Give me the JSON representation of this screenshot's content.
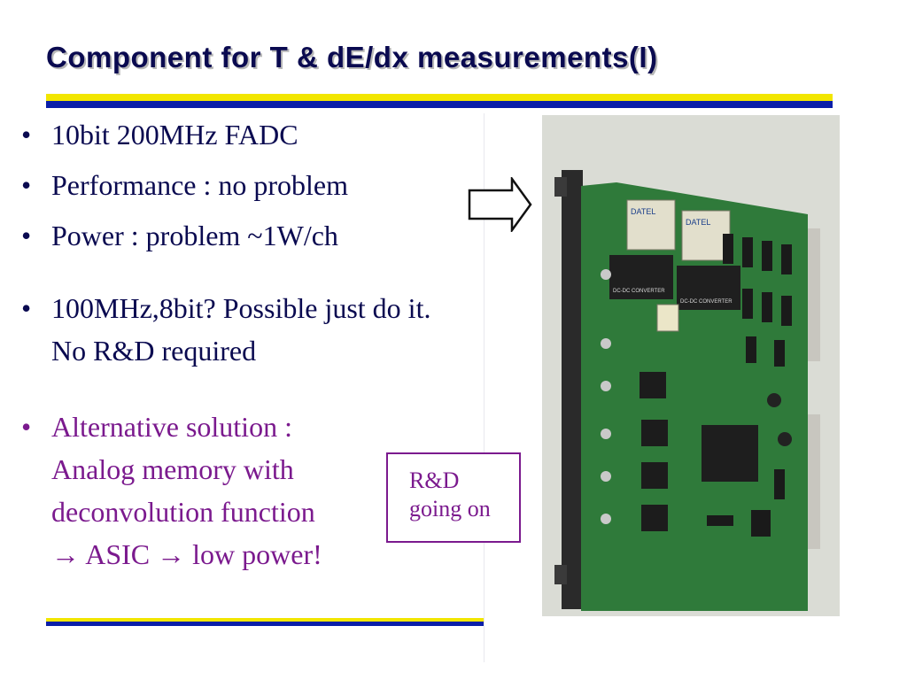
{
  "title": "Component for T & dE/dx measurements(I)",
  "colors": {
    "title": "#0a0a50",
    "accent": "#7b1a8e",
    "rule_yellow": "#f2e600",
    "rule_blue": "#0b1fa8",
    "pcb_green": "#2f7a3a"
  },
  "bullet_symbol": "•",
  "bullets": [
    {
      "lines": [
        "10bit 200MHz FADC"
      ]
    },
    {
      "lines": [
        "Performance : no problem"
      ]
    },
    {
      "lines": [
        "Power : problem ~1W/ch"
      ]
    },
    {
      "lines": [
        "100MHz,8bit? Possible just do it.",
        "No R&D required"
      ]
    },
    {
      "lines": [
        "Alternative solution :",
        "Analog memory with",
        "deconvolution function",
        "→ ASIC → low power!"
      ]
    }
  ],
  "callout": {
    "lines": [
      "R&D",
      "going on"
    ]
  },
  "board": {
    "chip_labels": [
      "DATEL",
      "DATEL",
      "DC-DC CONVERTER",
      "DC-DC CONVERTER"
    ]
  },
  "icons": {
    "arrow": "right-arrow-icon"
  }
}
